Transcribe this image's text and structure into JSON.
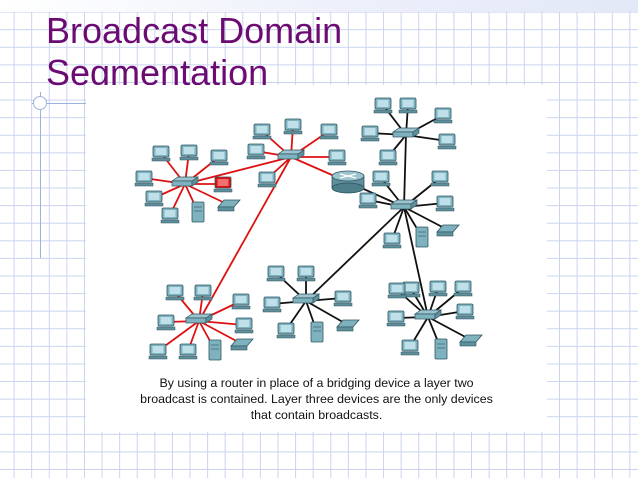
{
  "slide": {
    "title_line1": "Broadcast Domain",
    "title_line2": "Segmentation",
    "colors": {
      "title": "#6b0b73",
      "grid": "#c9d3ee"
    }
  },
  "diagram": {
    "caption_line1": "By using a router in place of a bridging device a layer two",
    "caption_line2": "broadcast is contained. Layer three devices are the only devices",
    "caption_line3": "that contain broadcasts.",
    "colors": {
      "broadcast_link": "#dd1111",
      "link": "#111111",
      "device": "#7fb2bf",
      "broadcast_source": "#dd1111"
    },
    "icons": [
      "router-icon",
      "switch-icon",
      "pc-icon",
      "server-icon",
      "printer-icon"
    ]
  }
}
